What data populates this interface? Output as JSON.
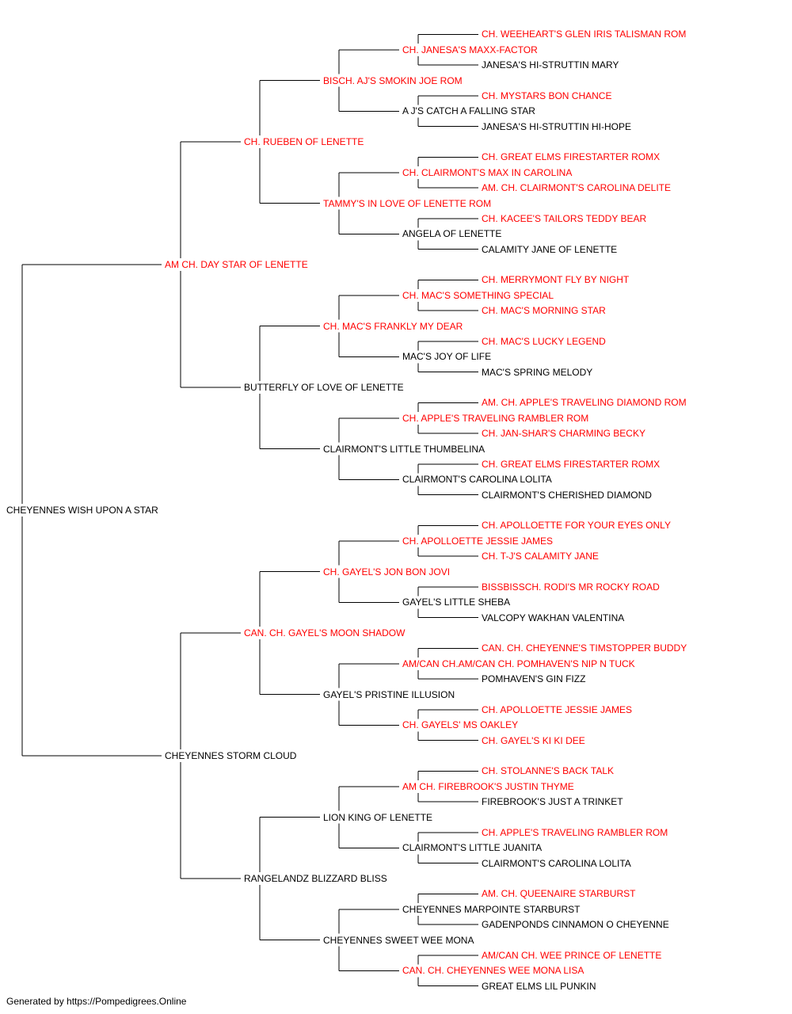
{
  "pedigree": {
    "name": "CHEYENNES WISH UPON A STAR",
    "champion": false,
    "sire": {
      "name": "AM CH. DAY STAR OF LENETTE",
      "champion": true,
      "sire": {
        "name": "CH. RUEBEN OF LENETTE",
        "champion": true,
        "sire": {
          "name": "BISCH. AJ'S SMOKIN JOE ROM",
          "champion": true,
          "sire": {
            "name": "CH. JANESA'S MAXX-FACTOR",
            "champion": true,
            "sire": {
              "name": "CH. WEEHEART'S GLEN IRIS TALISMAN ROM",
              "champion": true
            },
            "dam": {
              "name": "JANESA'S HI-STRUTTIN MARY",
              "champion": false
            }
          },
          "dam": {
            "name": "A J'S CATCH A FALLING STAR",
            "champion": false,
            "sire": {
              "name": "CH. MYSTARS BON CHANCE",
              "champion": true
            },
            "dam": {
              "name": "JANESA'S HI-STRUTTIN HI-HOPE",
              "champion": false
            }
          }
        },
        "dam": {
          "name": "TAMMY'S IN LOVE OF LENETTE ROM",
          "champion": true,
          "sire": {
            "name": "CH. CLAIRMONT'S MAX IN CAROLINA",
            "champion": true,
            "sire": {
              "name": "CH. GREAT ELMS FIRESTARTER ROMX",
              "champion": true
            },
            "dam": {
              "name": "AM. CH. CLAIRMONT'S CAROLINA DELITE",
              "champion": true
            }
          },
          "dam": {
            "name": "ANGELA OF LENETTE",
            "champion": false,
            "sire": {
              "name": "CH. KACEE'S TAILORS TEDDY BEAR",
              "champion": true
            },
            "dam": {
              "name": "CALAMITY JANE OF LENETTE",
              "champion": false
            }
          }
        }
      },
      "dam": {
        "name": "BUTTERFLY OF LOVE OF LENETTE",
        "champion": false,
        "sire": {
          "name": "CH. MAC'S FRANKLY MY DEAR",
          "champion": true,
          "sire": {
            "name": "CH. MAC'S SOMETHING SPECIAL",
            "champion": true,
            "sire": {
              "name": "CH. MERRYMONT FLY BY NIGHT",
              "champion": true
            },
            "dam": {
              "name": "CH. MAC'S MORNING STAR",
              "champion": true
            }
          },
          "dam": {
            "name": "MAC'S JOY OF LIFE",
            "champion": false,
            "sire": {
              "name": "CH. MAC'S LUCKY LEGEND",
              "champion": true
            },
            "dam": {
              "name": "MAC'S SPRING MELODY",
              "champion": false
            }
          }
        },
        "dam": {
          "name": "CLAIRMONT'S LITTLE THUMBELINA",
          "champion": false,
          "sire": {
            "name": "CH. APPLE'S TRAVELING RAMBLER ROM",
            "champion": true,
            "sire": {
              "name": "AM. CH. APPLE'S TRAVELING DIAMOND ROM",
              "champion": true
            },
            "dam": {
              "name": "CH. JAN-SHAR'S CHARMING BECKY",
              "champion": true
            }
          },
          "dam": {
            "name": "CLAIRMONT'S CAROLINA LOLITA",
            "champion": false,
            "sire": {
              "name": "CH. GREAT ELMS FIRESTARTER ROMX",
              "champion": true
            },
            "dam": {
              "name": "CLAIRMONT'S CHERISHED DIAMOND",
              "champion": false
            }
          }
        }
      }
    },
    "dam": {
      "name": "CHEYENNES STORM CLOUD",
      "champion": false,
      "sire": {
        "name": "CAN. CH. GAYEL'S MOON SHADOW",
        "champion": true,
        "sire": {
          "name": "CH. GAYEL'S JON BON JOVI",
          "champion": true,
          "sire": {
            "name": "CH. APOLLOETTE JESSIE JAMES",
            "champion": true,
            "sire": {
              "name": "CH. APOLLOETTE FOR YOUR EYES ONLY",
              "champion": true
            },
            "dam": {
              "name": "CH. T-J'S CALAMITY JANE",
              "champion": true
            }
          },
          "dam": {
            "name": "GAYEL'S LITTLE SHEBA",
            "champion": false,
            "sire": {
              "name": "BISSBISSCH. RODI'S MR ROCKY ROAD",
              "champion": true
            },
            "dam": {
              "name": "VALCOPY WAKHAN VALENTINA",
              "champion": false
            }
          }
        },
        "dam": {
          "name": "GAYEL'S PRISTINE ILLUSION",
          "champion": false,
          "sire": {
            "name": "AM/CAN CH.AM/CAN CH. POMHAVEN'S NIP N TUCK",
            "champion": true,
            "sire": {
              "name": "CAN. CH. CHEYENNE'S TIMSTOPPER BUDDY",
              "champion": true
            },
            "dam": {
              "name": "POMHAVEN'S GIN FIZZ",
              "champion": false
            }
          },
          "dam": {
            "name": "CH. GAYELS' MS OAKLEY",
            "champion": true,
            "sire": {
              "name": "CH. APOLLOETTE JESSIE JAMES",
              "champion": true
            },
            "dam": {
              "name": "CH. GAYEL'S KI KI DEE",
              "champion": true
            }
          }
        }
      },
      "dam": {
        "name": "RANGELANDZ BLIZZARD BLISS",
        "champion": false,
        "sire": {
          "name": "LION KING OF LENETTE",
          "champion": false,
          "sire": {
            "name": "AM CH. FIREBROOK'S JUSTIN THYME",
            "champion": true,
            "sire": {
              "name": "CH. STOLANNE'S BACK TALK",
              "champion": true
            },
            "dam": {
              "name": "FIREBROOK'S JUST A TRINKET",
              "champion": false
            }
          },
          "dam": {
            "name": "CLAIRMONT'S LITTLE JUANITA",
            "champion": false,
            "sire": {
              "name": "CH. APPLE'S TRAVELING RAMBLER ROM",
              "champion": true
            },
            "dam": {
              "name": "CLAIRMONT'S CAROLINA LOLITA",
              "champion": false
            }
          }
        },
        "dam": {
          "name": "CHEYENNES SWEET WEE MONA",
          "champion": false,
          "sire": {
            "name": "CHEYENNES MARPOINTE STARBURST",
            "champion": false,
            "sire": {
              "name": "AM. CH. QUEENAIRE STARBURST",
              "champion": true
            },
            "dam": {
              "name": "GADENPONDS CINNAMON O CHEYENNE",
              "champion": false
            }
          },
          "dam": {
            "name": "CAN. CH. CHEYENNES WEE MONA LISA",
            "champion": true,
            "sire": {
              "name": "AM/CAN CH. WEE PRINCE OF LENETTE",
              "champion": true
            },
            "dam": {
              "name": "GREAT ELMS LIL PUNKIN",
              "champion": false
            }
          }
        }
      }
    }
  },
  "colors": {
    "champion": "#ff0000",
    "regular": "#000000",
    "line": "#000000"
  },
  "footer": "Generated by https://Pompedigrees.Online"
}
